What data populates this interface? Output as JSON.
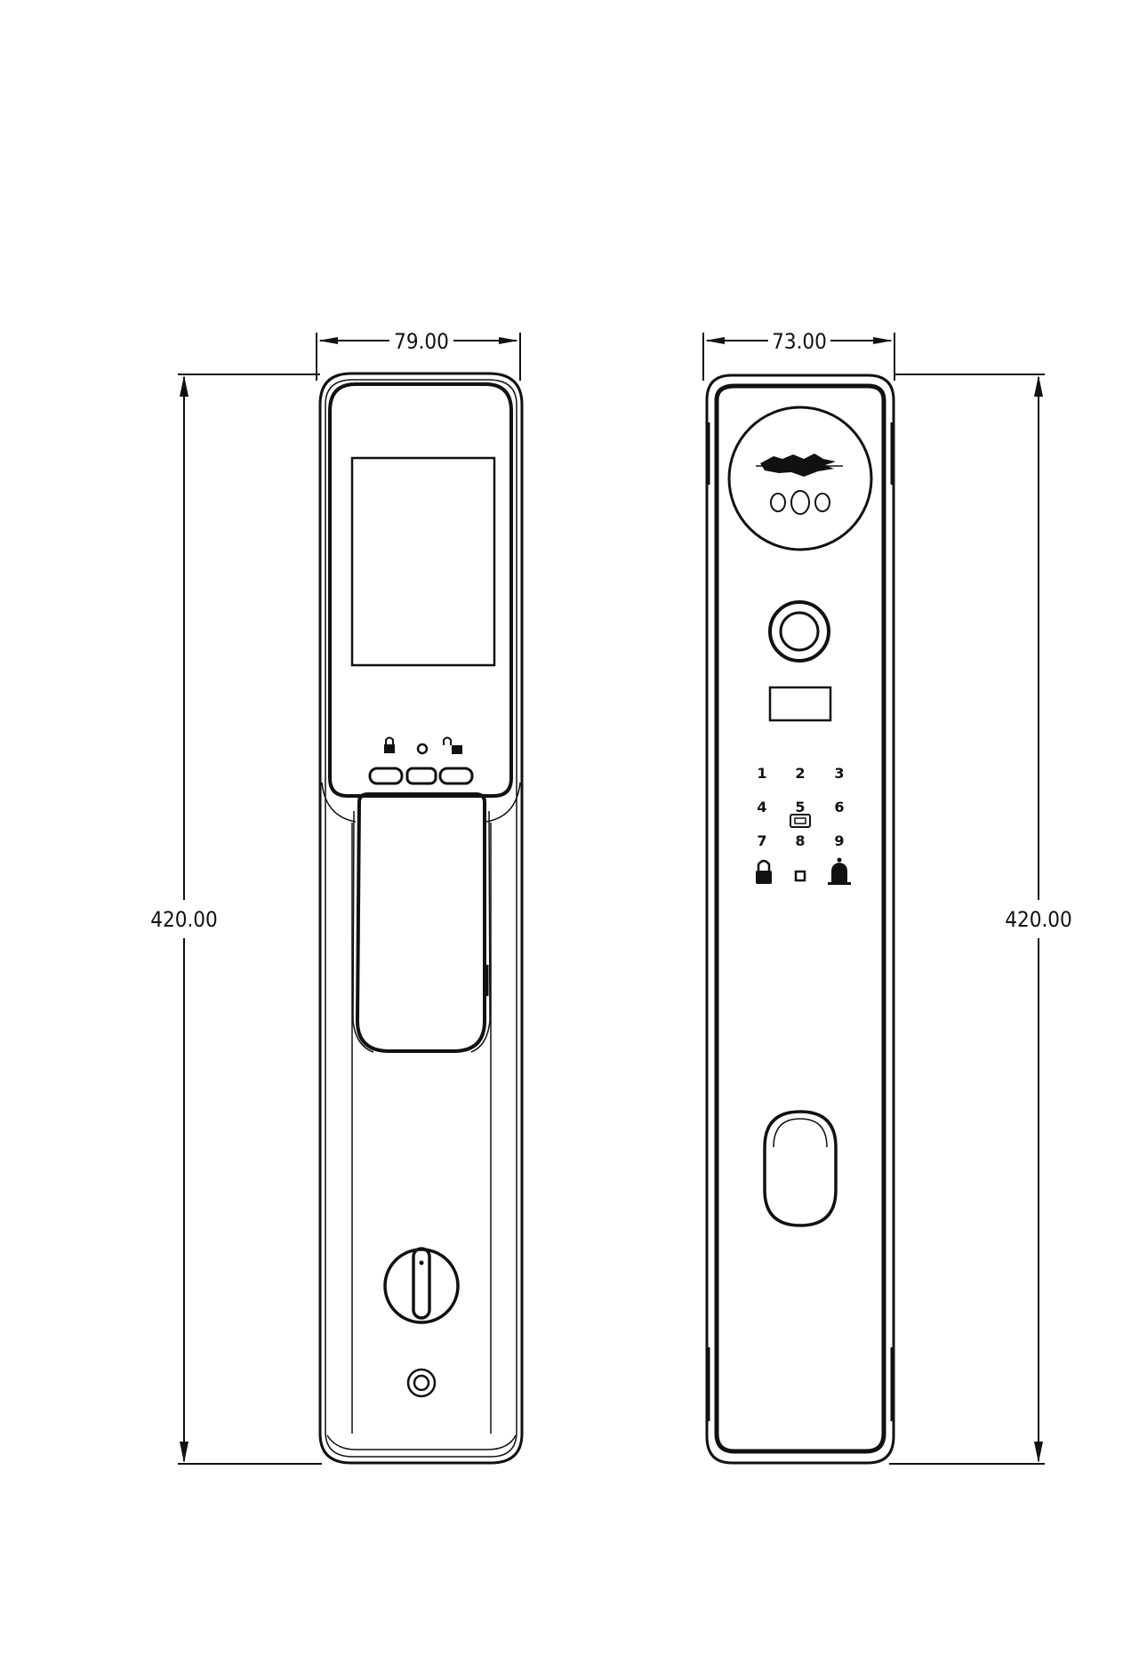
{
  "dimensions": {
    "front_width": "79.00",
    "back_width": "73.00",
    "front_height": "420.00",
    "back_height": "420.00"
  },
  "keypad": {
    "keys": [
      "1",
      "2",
      "3",
      "4",
      "5",
      "6",
      "7",
      "8",
      "9"
    ]
  },
  "colors": {
    "line": "#111111",
    "background": "#ffffff"
  },
  "icons": {
    "front_buttons": [
      "lock-icon",
      "dot-icon",
      "unlock-icon"
    ],
    "keypad_bottom": [
      "lock-icon",
      "square-icon",
      "doorbell-icon"
    ]
  }
}
